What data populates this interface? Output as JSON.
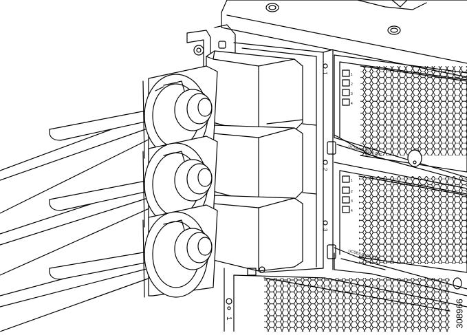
{
  "figure_id": "308966",
  "slot_labels": [
    "1",
    "2",
    "3"
  ],
  "bottom_slot_label": "1",
  "card_upper_label": "UCSBX-F-9108-25G",
  "card_lower_label": "UCSBX-9108-100G",
  "upper_port_labels": [
    "1",
    "2",
    "3",
    "4"
  ],
  "lower_port_labels": [
    "1",
    "2",
    "3",
    "4"
  ],
  "line_color": "#000000",
  "background_color": "#ffffff"
}
